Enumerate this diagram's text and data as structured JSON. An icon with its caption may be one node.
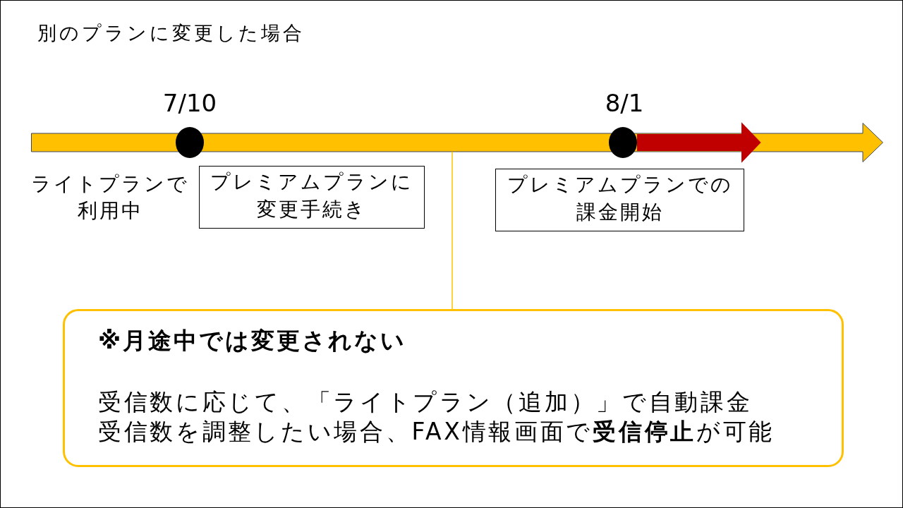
{
  "diagram": {
    "title": "別のプランに変更した場合",
    "nodes": [
      {
        "text": [],
        "shape": "circle",
        "beside": [
          "7/10"
        ]
      },
      {
        "text": [],
        "shape": "circle",
        "beside": [
          "8/1"
        ]
      },
      {
        "text": [
          "プレミアムプランに変更手続き"
        ]
      },
      {
        "text": [
          "プレミアムプランでの課金開始"
        ]
      },
      {
        "text": [
          "※月途中では変更されない",
          "受信数に応じて、「ライトプラン（追加）」で自動課金",
          "受信数を調整したい場合、FAX情報画面で**受信停止**が可能"
        ]
      }
    ],
    "edges": [
      {
        "from": 1,
        "to": 3,
        "arrow": "to",
        "style": "thick",
        "color": "#c00000"
      },
      {
        "from": 4,
        "to": null,
        "arrow": "none",
        "color": "#ffc000"
      }
    ],
    "labels": [
      "ライトプランで利用中"
    ]
  }
}
